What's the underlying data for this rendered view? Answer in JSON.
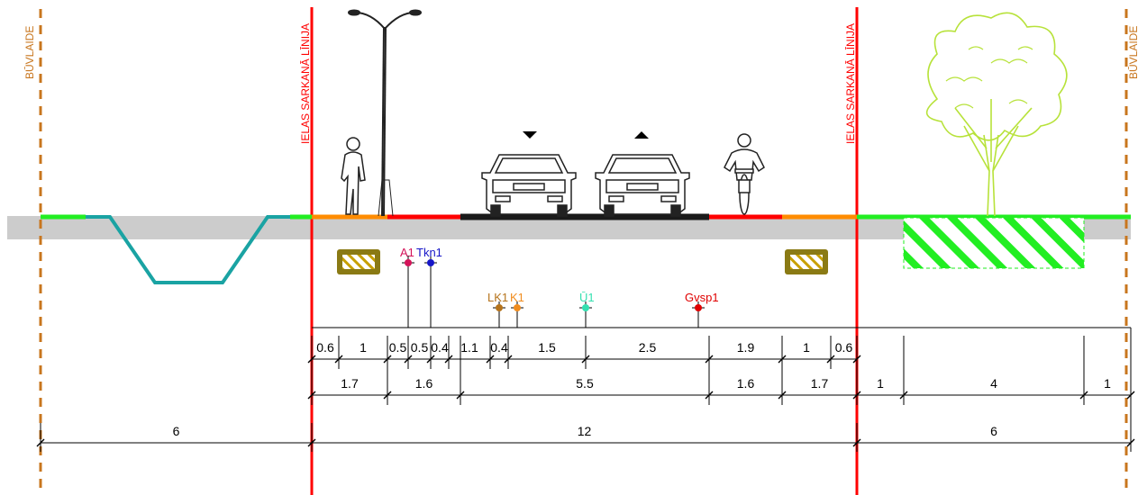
{
  "labels": {
    "building_line": "BŪVLAIDE",
    "red_line": "IELAS SARKANĀ LĪNIJA"
  },
  "utilities": {
    "a1": "A1",
    "tkn1": "Tkn1",
    "lk1": "LK1",
    "k1": "K1",
    "u1": "Ū1",
    "gvsp1": "Gvsp1"
  },
  "dimensions": {
    "row1": [
      "0.6",
      "1",
      "0.5",
      "0.5",
      "0.4",
      "1.1",
      "0.4",
      "1.5",
      "2.5",
      "1.9",
      "1",
      "0.6"
    ],
    "row2": [
      "1.7",
      "1.6",
      "5.5",
      "1.6",
      "1.7",
      "1",
      "4",
      "1"
    ],
    "row3": [
      "6",
      "12",
      "6"
    ]
  },
  "colors": {
    "red_line": "#ff0000",
    "building_line": "#c8761e",
    "green_surface": "#22ee22",
    "sidewalk": "#ff8c00",
    "bike_lane": "#ff0000",
    "asphalt": "#1a1a1a",
    "ditch": "#1aa3a3",
    "ground": "#cccccc",
    "tree": "#b7e23a",
    "utility_a1": "#d4145a",
    "utility_tkn1": "#1616c8",
    "utility_lk1": "#b5731b",
    "utility_k1": "#f08c1e",
    "utility_u1": "#33e0b0",
    "utility_gvsp1": "#e00000",
    "curb_box": "#8a7a14"
  },
  "icons": [
    "pedestrian-icon",
    "street-lamp-icon",
    "car-icon",
    "cyclist-icon",
    "tree-icon",
    "direction-down-icon",
    "direction-up-icon"
  ]
}
